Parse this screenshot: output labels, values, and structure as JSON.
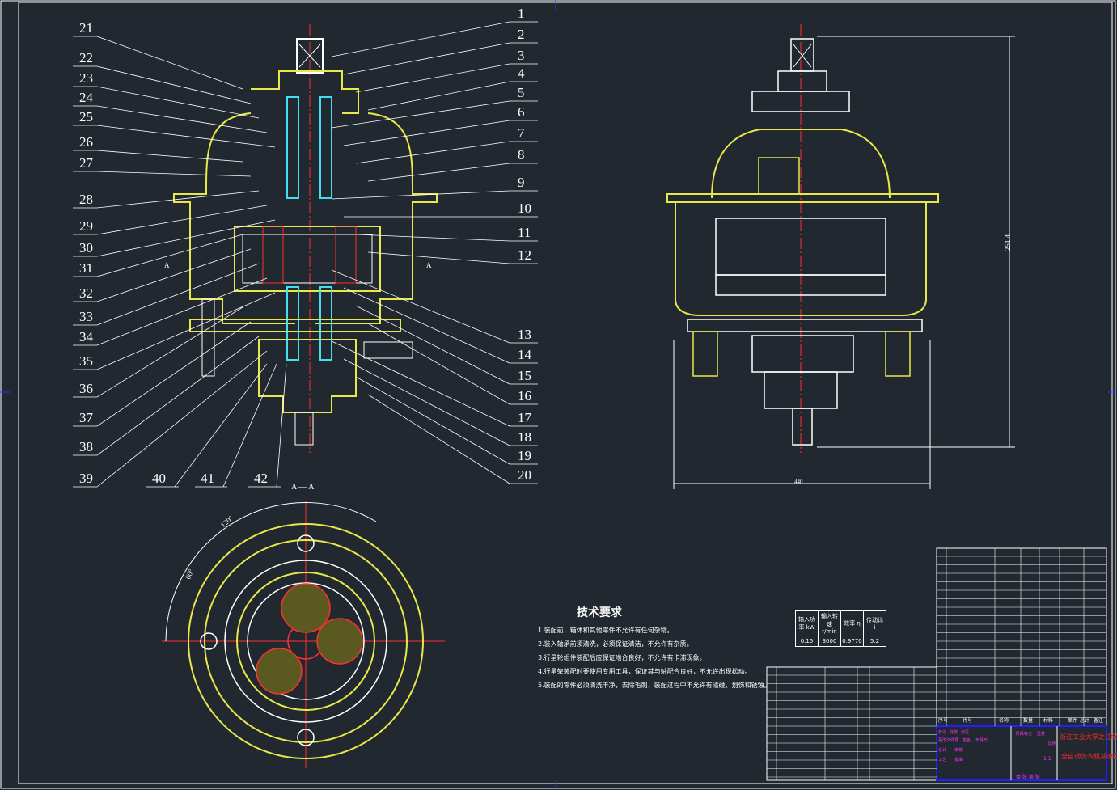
{
  "callouts_left": [
    "21",
    "22",
    "23",
    "24",
    "25",
    "26",
    "27",
    "28",
    "29",
    "30",
    "31",
    "32",
    "33",
    "34",
    "35",
    "36",
    "37",
    "38",
    "39"
  ],
  "callouts_bottom": [
    "40",
    "41",
    "42"
  ],
  "callouts_right": [
    "1",
    "2",
    "3",
    "4",
    "5",
    "6",
    "7",
    "8",
    "9",
    "10",
    "11",
    "12",
    "13",
    "14",
    "15",
    "16",
    "17",
    "18",
    "19",
    "20"
  ],
  "section_label": "A — A",
  "section_marks": [
    "A",
    "A"
  ],
  "angles": [
    "120°",
    "60°"
  ],
  "dimensions": {
    "height": "251.4",
    "width": "440"
  },
  "tech": {
    "title": "技术要求",
    "items": [
      "1.装配前，箱体和其他零件不允许有任何杂物。",
      "2.装入轴承前须清洗，必须保证清洁，不允许有杂质。",
      "3.行星轮组件装配后应保证啮合良好，不允许有卡滞现象。",
      "4.行星架装配时要使用专用工具，保证其与轴配合良好，不允许出现松动。",
      "5.装配的零件必须清洗干净，去除毛刺，装配过程中不允许有磕碰、划伤和锈蚀。"
    ]
  },
  "param_table": {
    "headers": [
      "输入功率 kW",
      "输入转速 r/min",
      "效率 η",
      "传动比 i"
    ],
    "values": [
      "0.15",
      "3000",
      "0.9770",
      "5.2"
    ]
  },
  "title_block": {
    "columns": [
      "序号",
      "代号",
      "名称",
      "数量",
      "材料",
      "单件",
      "总计",
      "备注"
    ],
    "school": "浙江工业大学之江学院",
    "drawing_title": "全自动洗衣机减速器",
    "sign_labels": [
      "标记",
      "处数",
      "分区",
      "更改文件号",
      "签名",
      "年月日",
      "设计",
      "审核",
      "工艺",
      "批准",
      "阶段标记",
      "重量",
      "比例"
    ],
    "scale": "1:1",
    "sheet": "共 张 第 张"
  },
  "colors": {
    "bg": "#212830",
    "line": "#ffffff",
    "yellow": "#e8e84a",
    "cyan": "#40e0f0",
    "red": "#ff2a2a",
    "magenta": "#ff33ff",
    "blue": "#2020ff"
  }
}
